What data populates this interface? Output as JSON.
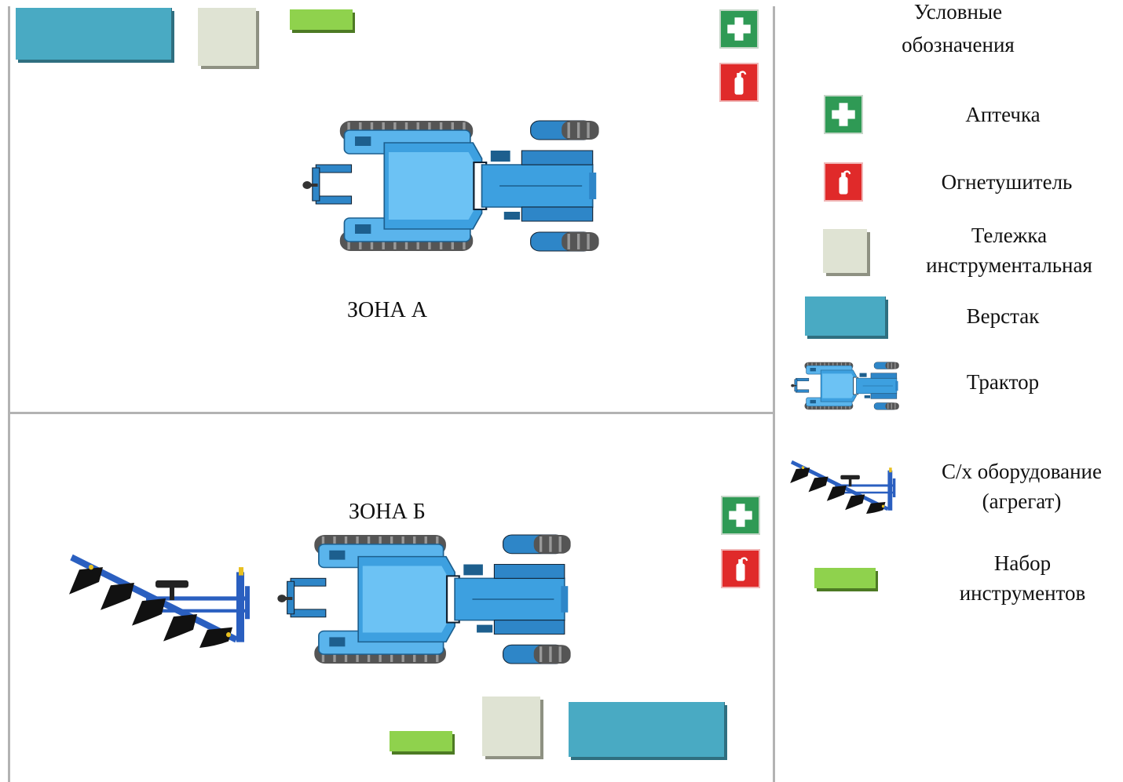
{
  "zones": {
    "a": "ЗОНА А",
    "b": "ЗОНА Б"
  },
  "legend": {
    "title_line1": "Условные",
    "title_line2": "обозначения",
    "first_aid": "Аптечка",
    "extinguisher": "Огнетушитель",
    "tool_cart_line1": "Тележка",
    "tool_cart_line2": "инструментальная",
    "workbench": "Верстак",
    "tractor": "Трактор",
    "equipment_line1": "С/х оборудование",
    "equipment_line2": "(агрегат)",
    "toolkit_line1": "Набор",
    "toolkit_line2": "инструментов"
  },
  "colors": {
    "workbench": "#49aac3",
    "tool_cart": "#dfe3d3",
    "toolkit": "#8fd24d",
    "first_aid": "#2f9a55",
    "extinguisher": "#e02a2a",
    "tractor_body": "#3da0e0",
    "plough": "#2a5fc0"
  }
}
